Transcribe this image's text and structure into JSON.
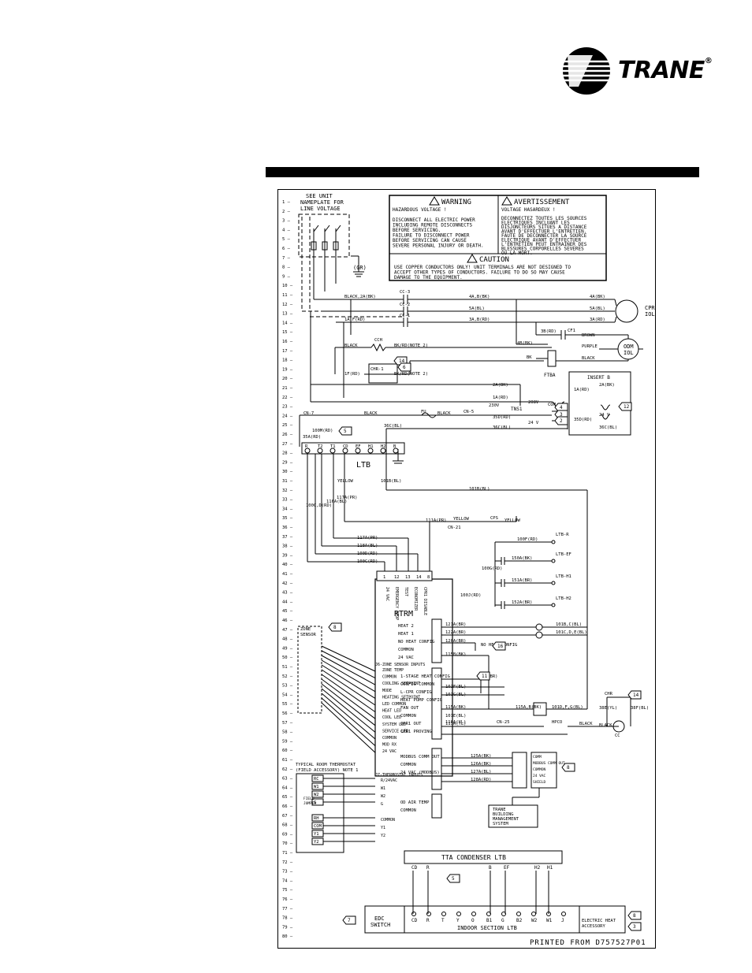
{
  "brand": {
    "name": "TRANE",
    "registered": "®"
  },
  "notes": {
    "nameplate": [
      "SEE UNIT",
      "NAMEPLATE FOR",
      "LINE VOLTAGE"
    ],
    "thermostat": [
      "TYPICAL ROOM THERMOSTAT",
      "(FIELD ACCESSORY) NOTE 1"
    ]
  },
  "warning": {
    "title": "WARNING",
    "lines": [
      "HAZARDOUS VOLTAGE !",
      "",
      "DISCONNECT ALL ELECTRIC POWER",
      "INCLUDING REMOTE DISCONNECTS",
      "BEFORE SERVICING.",
      "FAILURE TO DISCONNECT POWER",
      "BEFORE SERVICING CAN CAUSE",
      "SEVERE PERSONAL INJURY OR DEATH."
    ]
  },
  "avertissement": {
    "title": "AVERTISSEMENT",
    "lines": [
      "VOLTAGE HASARDEUX !",
      "",
      "DECONNECTEZ TOUTES LES SOURCES",
      "ELECTRIQUES INCLUANT LES",
      "DISJONCTEURS SITUES A DISTANCE",
      "AVANT D'EFFECTUER L'ENTRETIEN.",
      "FAUTE DE DECONNECTER LA SOURCE",
      "ELECTRIQUE AVANT D'EFFECTUER",
      "L'ENTRETIEN PEUT ENTRAINER DES",
      "BLESSURES CORPORELLES SEVERES",
      "OU LA MORT."
    ]
  },
  "caution": {
    "title": "CAUTION",
    "lines": [
      "USE COPPER CONDUCTORS ONLY! UNIT TERMINALS ARE NOT DESIGNED TO",
      "ACCEPT OTHER TYPES OF CONDUCTORS.  FAILURE TO DO SO MAY CAUSE",
      "DAMAGE TO THE EQUIPMENT."
    ]
  },
  "components": {
    "cpr": [
      "CPR",
      "IOL"
    ],
    "odm": [
      "ODM",
      "IOL"
    ],
    "ltb": "LTB",
    "rtrm": "RTRM",
    "ftba": "FTBA",
    "tns": "TNS1",
    "gr": "(GR)",
    "insert_title": "INSERT B",
    "zone_sensor": [
      "ZONE",
      "SENSOR"
    ],
    "tta_title": "TTA CONDENSER LTB",
    "indoor_ltb": "INDOOR SECTION LTB",
    "edc_switch": [
      "EDC",
      "SWITCH"
    ],
    "electric_heat": [
      "ELECTRIC HEAT",
      "ACCESSORY"
    ],
    "building_mgmt": [
      "TRANE",
      "BUILDING",
      "MANAGEMENT",
      "SYSTEM"
    ],
    "field_jumper": [
      "FIELD",
      "JUMPER"
    ]
  },
  "wire_labels": [
    "BLACK,2A(BK)",
    "CC-3",
    "4A,B(BK)",
    "CC-2",
    "5A(BL)",
    "1A,F(RD)",
    "CC-1",
    "3A,B(RD)",
    "4A(BK)",
    "5A(BL)",
    "3A(RD)",
    "3B(RD)",
    "CF1",
    "BROWN",
    "PURPLE",
    "BLACK",
    "CCH",
    "BLACK",
    "BK/RD(NOTE 2)",
    "CHR-1",
    "1F(RD)",
    "BK/RD(NOTE 2)",
    "4B(BK)",
    "BK",
    "2A(BK)",
    "1A(RD)",
    "230V",
    "208V",
    "COM",
    "24 V",
    "CN-7",
    "BLACK",
    "FU",
    "BLACK",
    "CN-5",
    "35D(RD)",
    "36C(BL)",
    "36C(BL)",
    "100M(RD)",
    "35A(RD)",
    "101B(BL)",
    "100C,D(RD)",
    "116A(BL)",
    "117A(PR)",
    "YELLOW",
    "101B(BL)",
    "111A(PR)",
    "YELLOW",
    "CPS",
    "YELLOW",
    "CN-21",
    "117A(PR)",
    "118A(BL)",
    "100D(RD)",
    "100C(RD)",
    "LTB-R",
    "100F(RD)",
    "LTB-EF",
    "150A(BK)",
    "100G(RD)",
    "LTB-H1",
    "151A(BR)",
    "100J(RD)",
    "LTB-H2",
    "152A(BR)",
    "121A(BR)",
    "101B,C(BL)",
    "122A(BR)",
    "101C,D,E(BL)",
    "120A(BR)",
    "NO HEAT CONFIG",
    "115B(BK)",
    "110A(BR)",
    "101F(BL)",
    "101G(BL)",
    "115A(BK)",
    "115A,B(BK)",
    "101D,F,G(BL)",
    "101E(BL)",
    "113A(YL)",
    "CN-25",
    "BLACK",
    "HPCO",
    "BLACK",
    "118A(YL)",
    "125A(BK)",
    "126A(BK)",
    "127A(BL)",
    "128A(RD)",
    "CHR",
    "38E(YL)",
    "38F(BL)",
    "CC",
    "2A(BK)",
    "1A(RD)",
    "24 V",
    "35D(RD)",
    "36C(BL)"
  ],
  "callouts": [
    "14",
    "6",
    "4",
    "3",
    "2",
    "12",
    "5",
    "8",
    "16",
    "11",
    "14",
    "8",
    "5",
    "7",
    "8",
    "3",
    "1",
    "2"
  ],
  "ltb_terminals": [
    "R",
    "T2",
    "T1",
    "CD",
    "EF",
    "H1",
    "H2",
    "B"
  ],
  "p1_header": [
    "1",
    "12",
    "13",
    "14",
    "8"
  ],
  "rtrm_left_labels": [
    "24 VAC",
    "EMERGENCY STOP",
    "TEST",
    "ECONOMIZER",
    "CPR1 DISABLE"
  ],
  "j2_labels": [
    "HEAT 2",
    "HEAT 1",
    "NO HEAT CONFIG",
    "COMMON",
    "24 VAC"
  ],
  "j1_labels": [
    "1-STAGE HEAT CONFIG",
    "CONFIG COMMON",
    "L-CPR CONFIG",
    "HEAT PUMP CONFIG",
    "FAN OUT",
    "COMMON",
    "CPR1 OUT",
    "CPR1 PROVING"
  ],
  "j6_header": "J6-ZONE SENSOR INPUTS",
  "j6_labels": [
    "ZONE TEMP",
    "COMMON",
    "COOLING SETPOINT",
    "MODE",
    "HEATING SETPOINT",
    "LED COMMON",
    "HEAT LED",
    "COOL LED",
    "SYSTEM LED",
    "SERVICE LED",
    "COMMON",
    "MOD RX",
    "24 VAC"
  ],
  "j7_header": "J7-THERMOSTAT INPUTS",
  "j7_labels": [
    "R/24VAC",
    "W1",
    "W2",
    "G",
    "",
    "COMMON",
    "Y1",
    "Y2"
  ],
  "j4_labels": [
    "MODBUS COMM OUT",
    "COMMON",
    "24 VAC (MODBUS)"
  ],
  "j8_labels": [
    "OD AIR TEMP",
    "COMMON"
  ],
  "comm_labels": [
    "COMM",
    "MODBUS COMM OUT",
    "COMMON",
    "24 VAC",
    "SHIELD"
  ],
  "thermostat_terminals": [
    "RC",
    "W1",
    "W2",
    "G",
    "",
    "RH",
    "COM",
    "Y1",
    "Y2"
  ],
  "tta_terminals": [
    "CD",
    "R",
    "B",
    "EF",
    "H2",
    "H1"
  ],
  "indoor_terminals": [
    "CD",
    "R",
    "T",
    "Y",
    "O",
    "B1",
    "G",
    "B2",
    "W2",
    "W1",
    "J"
  ],
  "line_numbers": [
    "1",
    "2",
    "3",
    "4",
    "5",
    "6",
    "7",
    "8",
    "9",
    "10",
    "11",
    "12",
    "13",
    "14",
    "15",
    "16",
    "17",
    "18",
    "19",
    "20",
    "21",
    "22",
    "23",
    "24",
    "25",
    "26",
    "27",
    "28",
    "29",
    "30",
    "31",
    "32",
    "33",
    "34",
    "35",
    "36",
    "37",
    "38",
    "39",
    "40",
    "41",
    "42",
    "43",
    "44",
    "45",
    "46",
    "47",
    "48",
    "49",
    "50",
    "51",
    "52",
    "53",
    "54",
    "55",
    "56",
    "57",
    "58",
    "59",
    "60",
    "61",
    "62",
    "63",
    "64",
    "65",
    "66",
    "67",
    "68",
    "69",
    "70",
    "71",
    "72",
    "73",
    "74",
    "75",
    "76",
    "77",
    "78",
    "79",
    "80"
  ],
  "printed_from": "PRINTED FROM D757527P01"
}
